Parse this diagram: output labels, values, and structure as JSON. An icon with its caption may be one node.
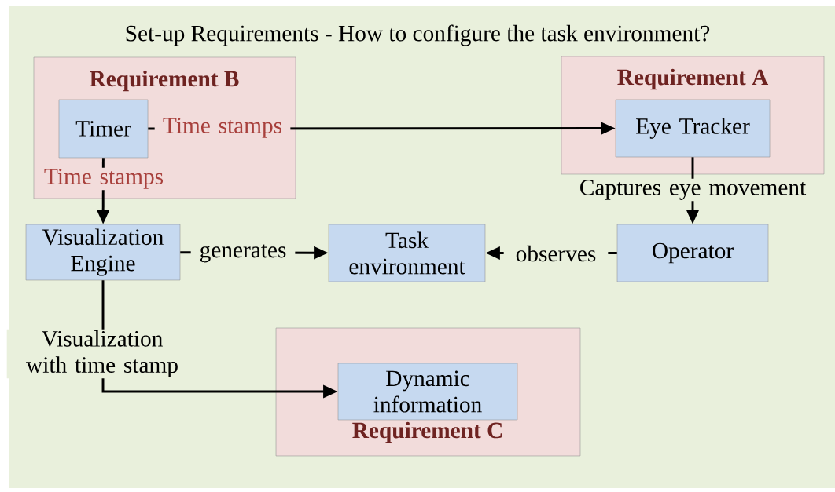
{
  "diagram": {
    "title": "Set-up Requirements - How to configure the task environment?",
    "nodes": [
      {
        "text": [
          "Requirement B"
        ]
      },
      {
        "text": [
          "Timer"
        ],
        "in": 0
      },
      {
        "text": [
          "Requirement A"
        ]
      },
      {
        "text": [
          "Eye Tracker"
        ],
        "in": 2
      },
      {
        "text": [
          "Visualization Engine"
        ]
      },
      {
        "text": [
          "Task environment"
        ]
      },
      {
        "text": [
          "Operator"
        ]
      },
      {
        "text": [
          "Requirement C"
        ]
      },
      {
        "text": [
          "Dynamic information"
        ],
        "in": 7
      }
    ],
    "edges": [
      {
        "from": 1,
        "to": 3,
        "arrow": "to",
        "label": "Time stamps"
      },
      {
        "from": 1,
        "to": 4,
        "arrow": "to",
        "label": "Time stamps"
      },
      {
        "from": 3,
        "to": 6,
        "arrow": "to",
        "label": "Captures eye movement"
      },
      {
        "from": 4,
        "to": 5,
        "arrow": "to",
        "label": "generates"
      },
      {
        "from": 6,
        "to": 5,
        "arrow": "to",
        "label": "observes"
      },
      {
        "from": 4,
        "to": 8,
        "arrow": "to",
        "label": "Visualization with time stamp"
      }
    ]
  }
}
